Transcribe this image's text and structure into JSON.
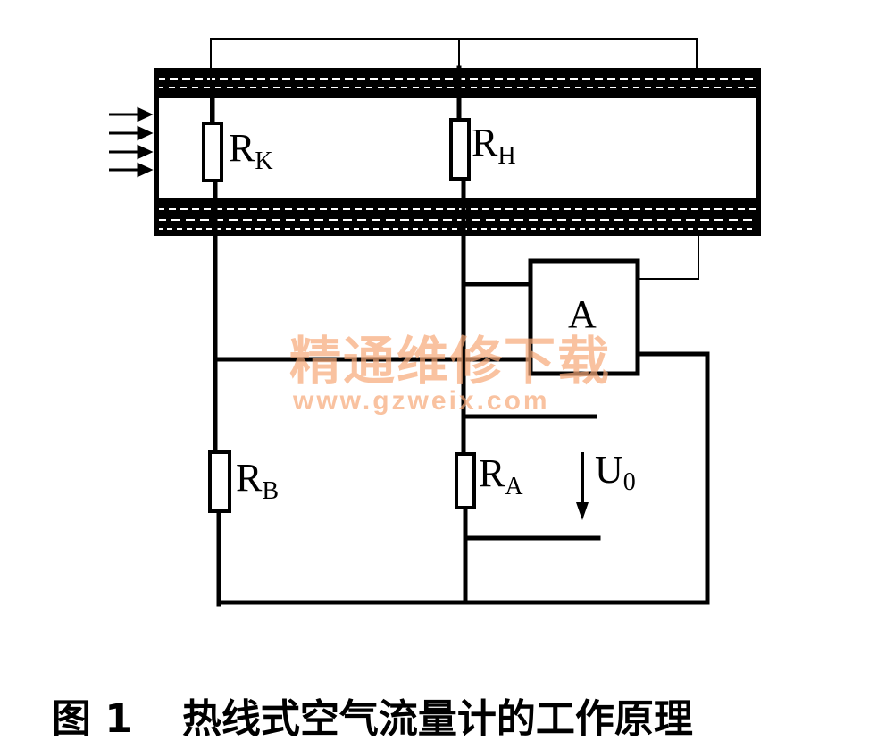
{
  "diagram": {
    "labels": {
      "rk_main": "R",
      "rk_sub": "K",
      "rh_main": "R",
      "rh_sub": "H",
      "rb_main": "R",
      "rb_sub": "B",
      "ra_main": "R",
      "ra_sub": "A",
      "amp": "A",
      "u0_main": "U",
      "u0_sub": "0"
    },
    "watermark": {
      "text": "精通维修下载",
      "url": "www.gzweix.com",
      "color": "#f6a878"
    },
    "colors": {
      "line": "#000000",
      "channel_stripe": "#ffffff"
    }
  },
  "caption": {
    "figure_number": "图 1",
    "title": "热线式空气流量计的工作原理"
  }
}
